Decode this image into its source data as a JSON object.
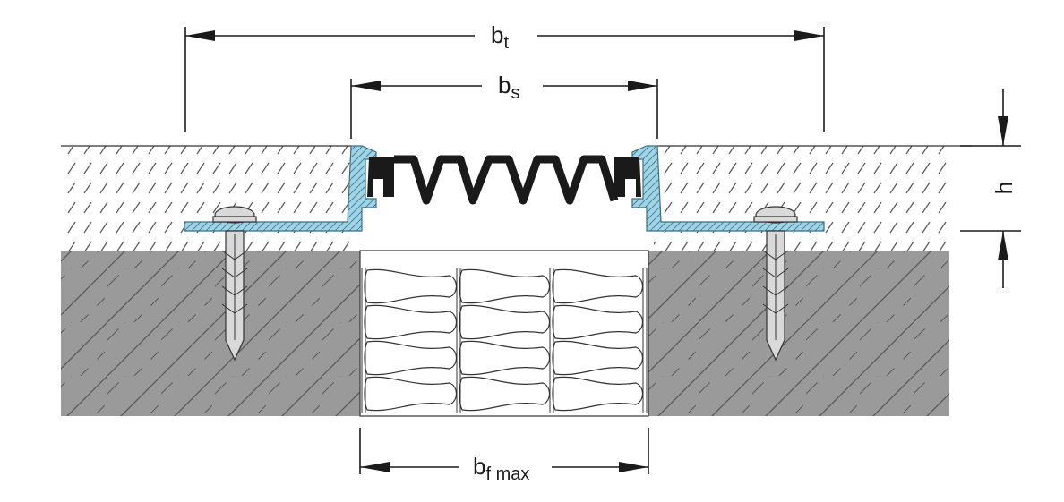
{
  "labels": {
    "bt_main": "b",
    "bt_sub": "t",
    "bs_main": "b",
    "bs_sub": "s",
    "bf_main": "b",
    "bf_sub": "f max",
    "h": "h"
  },
  "colors": {
    "screed_bg": "#f3f3f3",
    "concrete": "#9a9a9a",
    "profile": "#9fd4e6",
    "profile_edge": "#3a6f85",
    "seal": "#1a1a1a",
    "filler": "#ffffff",
    "hatch": "#4a4a4a",
    "line": "#1a1a1a",
    "anchor": "#d9d9d9"
  }
}
